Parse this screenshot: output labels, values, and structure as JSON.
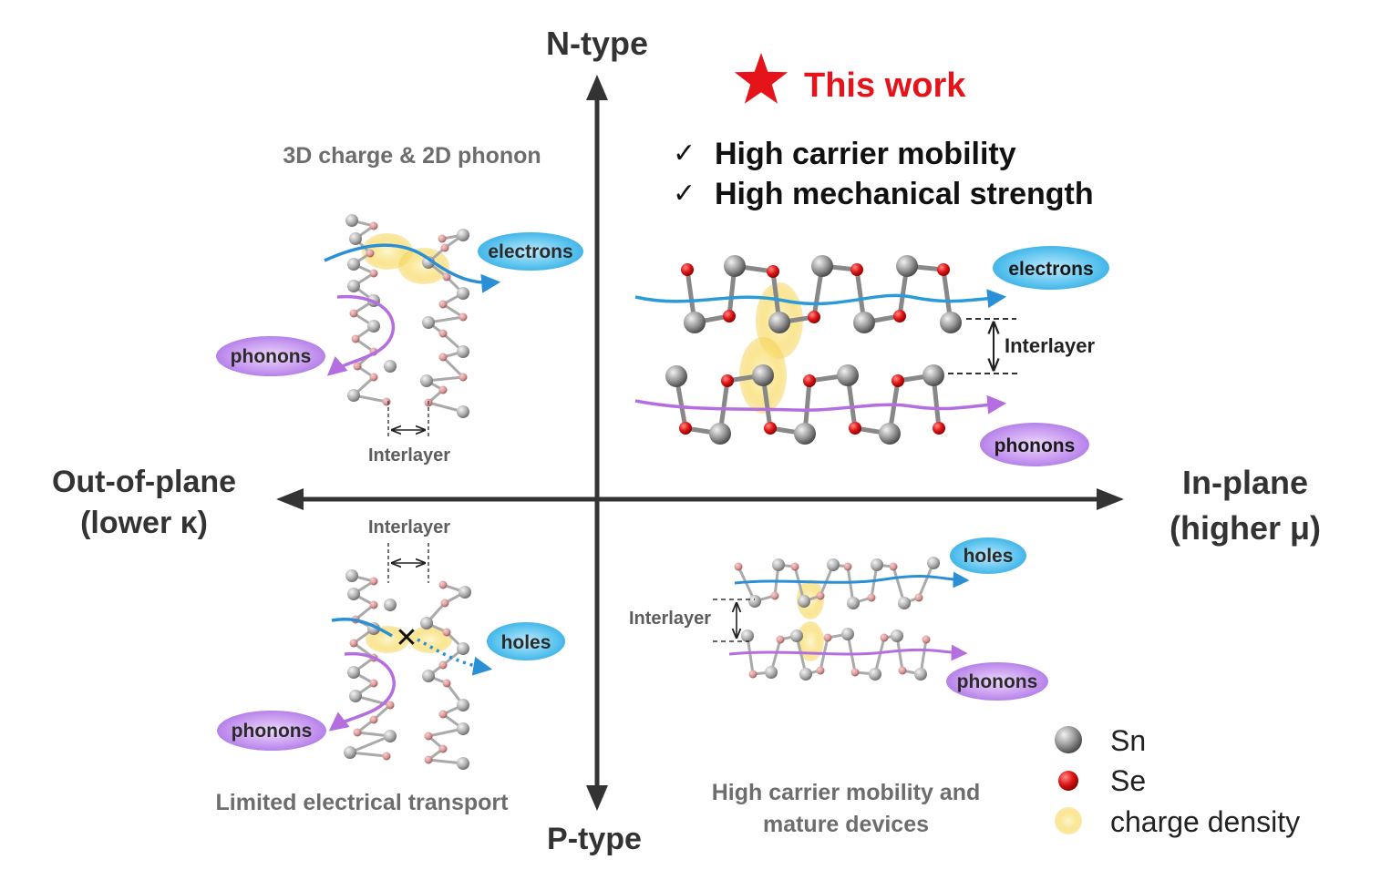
{
  "axes": {
    "top": "N-type",
    "bottom": "P-type",
    "left_line1": "Out-of-plane",
    "left_line2": "(lower κ)",
    "right_line1": "In-plane",
    "right_line2": "(higher μ)"
  },
  "this_work": {
    "label": "This work",
    "checks": [
      "High carrier mobility",
      "High mechanical strength"
    ],
    "electrons_label": "electrons",
    "phonons_label": "phonons",
    "interlayer_label": "Interlayer"
  },
  "top_left": {
    "caption": "3D charge & 2D phonon",
    "electrons_label": "electrons",
    "phonons_label": "phonons",
    "interlayer_label": "Interlayer"
  },
  "bottom_left": {
    "caption": "Limited electrical transport",
    "holes_label": "holes",
    "phonons_label": "phonons",
    "interlayer_label": "Interlayer"
  },
  "bottom_right": {
    "caption_line1": "High carrier mobility and",
    "caption_line2": "mature devices",
    "holes_label": "holes",
    "phonons_label": "phonons",
    "interlayer_label": "Interlayer"
  },
  "legend": [
    {
      "label": "Sn",
      "color": "#8a8a8a"
    },
    {
      "label": "Se",
      "color": "#d81414"
    },
    {
      "label": "charge density",
      "color": "#f7d45c"
    }
  ],
  "colors": {
    "star": "#e5141b",
    "electron_flow": "#2a8fd6",
    "phonon_flow": "#b46ee0",
    "pill_blue": "#56c2ef",
    "pill_purple": "#c99af0"
  }
}
